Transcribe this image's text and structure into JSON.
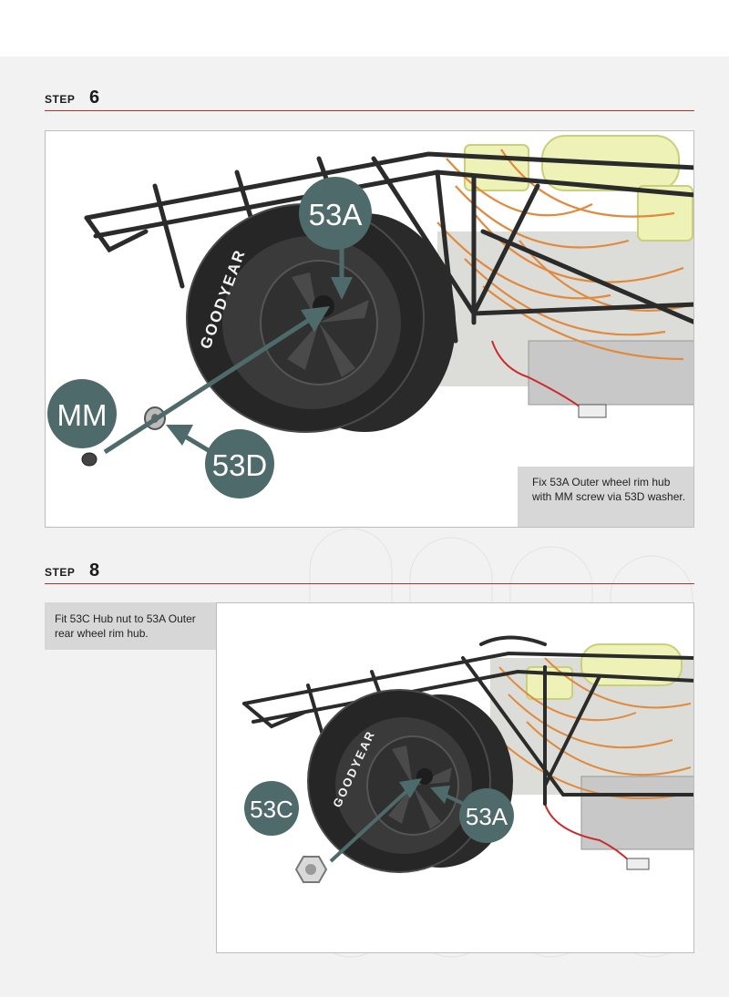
{
  "steps": [
    {
      "word": "step",
      "number": "6",
      "caption": "Fix 53A Outer wheel rim hub with MM screw via 53D washer.",
      "callouts": [
        "53A",
        "MM",
        "53D"
      ],
      "tire_brand": "GOODYEAR"
    },
    {
      "word": "step",
      "number": "8",
      "caption": "Fit 53C Hub nut to 53A Outer rear wheel rim hub.",
      "callouts": [
        "53C",
        "53A"
      ],
      "tire_brand": "GOODYEAR"
    }
  ],
  "colors": {
    "accent_rule": "#b4322c",
    "callout_fill": "#4f6a6a",
    "caption_bg": "#d7d7d8"
  }
}
